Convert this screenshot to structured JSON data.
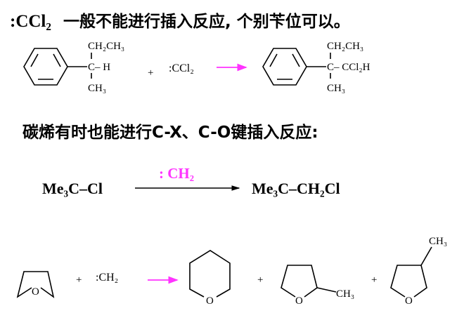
{
  "heading1": {
    "formula": ":CCl₂",
    "text": "一般不能进行插入反应, 个别苄位可以。"
  },
  "reaction1": {
    "reactant": {
      "top": "CH₂CH₃",
      "center": "C– H",
      "bottom": "CH₃"
    },
    "plus": "+",
    "reagent": ":CCl₂",
    "product": {
      "top": "CH₂CH₃",
      "center": "C– CCl₂H",
      "bottom": "CH₃"
    }
  },
  "heading2": {
    "text": "碳烯有时也能进行C-X、C-O键插入反应:"
  },
  "reaction2": {
    "reactant": "Me₃C–Cl",
    "reagent": ": CH₂",
    "product": "Me₃C–CH₂Cl"
  },
  "reaction3": {
    "plus": "+",
    "reagent": ":CH₂",
    "oxygen": "O",
    "methyl": "CH₃"
  },
  "colors": {
    "accent": "#ff33ff",
    "text": "#000000"
  }
}
